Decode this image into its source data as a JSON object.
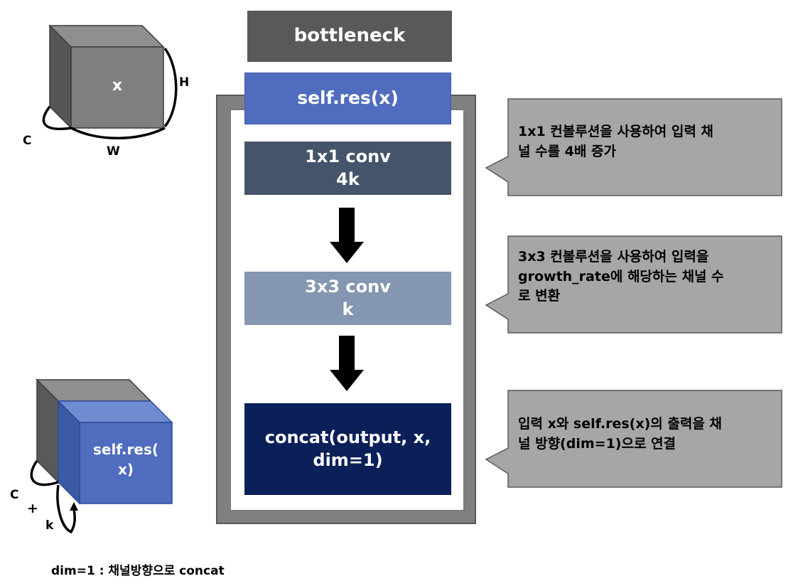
{
  "title": "bottleneck",
  "res_block": "self.res(x)",
  "conv1": "1x1 conv\n4k",
  "conv3": "3x3 conv\nk",
  "concat": "concat(output, x,\ndim=1)",
  "callouts": [
    "1x1 컨볼루션을 사용하여 입력 채\n널 수를 4배 증가",
    "3x3 컨볼루션을 사용하여 입력을\ngrowth_rate에 해당하는 채널 수\n로 변환",
    "입력 x와 self.res(x)의 출력을 채\n널 방향(dim=1)으로 연결"
  ],
  "input_cube": {
    "label": "x",
    "h": "H",
    "c": "C",
    "w": "W"
  },
  "output_cube": {
    "label": "self.res(\nx)",
    "c": "C",
    "plus": "+",
    "k": "k"
  },
  "footnote": "dim=1 : 채널방향으로 concat",
  "colors": {
    "title": "#595959",
    "res": "#4f6cbf",
    "conv1": "#44546a",
    "conv3": "#8496b0",
    "concat": "#0b1f58",
    "callout": "#a6a6a6",
    "cube_gray": "#7f7f7f"
  }
}
